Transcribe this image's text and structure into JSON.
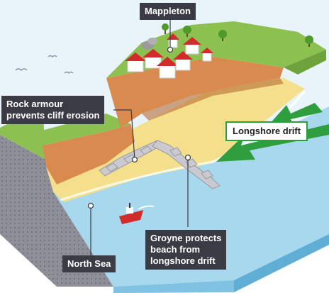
{
  "labels": {
    "mappleton": "Mappleton",
    "rock_armour": [
      "Rock armour",
      "prevents cliff erosion"
    ],
    "longshore_drift": "Longshore drift",
    "groyne": [
      "Groyne protects",
      "beach from",
      "longshore drift"
    ],
    "north_sea": "North Sea"
  },
  "colors": {
    "sky": "#e9f4fa",
    "sea": "#a7d8ee",
    "sea_deep": "#7fc2e2",
    "beach": "#f4df8c",
    "grass": "#8cc152",
    "cliff": "#d98a4e",
    "cliff_dark": "#b56a33",
    "land_side": "#8c8c96",
    "label_bg": "#3b3b46",
    "arrow": "#2f9e3f",
    "roof": "#d32a2a",
    "house": "#ffffff"
  },
  "icons": [
    "seagull-icon",
    "boat-icon",
    "house-icon",
    "tree-icon",
    "arrow-icon"
  ]
}
